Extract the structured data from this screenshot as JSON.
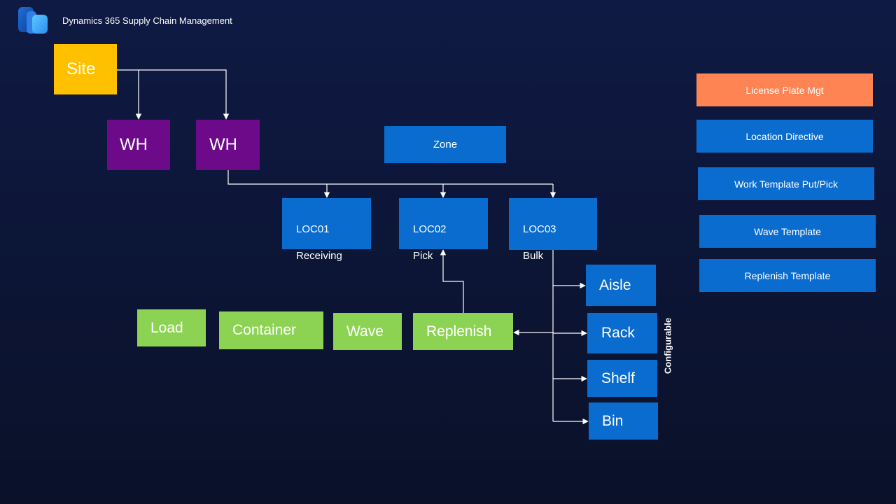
{
  "colors": {
    "blue": "#0a6ccf",
    "green": "#8dd353",
    "purple": "#6c0a8a",
    "site": "#ffc000",
    "orange": "#ff8454",
    "connector": "#ffffff"
  },
  "header": {
    "logo_icon": "dynamics-365-logo",
    "title": "Dynamics 365 Supply Chain Management"
  },
  "hierarchy": {
    "site": "Site",
    "warehouses": [
      "WH",
      "WH"
    ],
    "zone": "Zone",
    "locations": [
      {
        "code": "LOC01",
        "name": "Receiving"
      },
      {
        "code": "LOC02",
        "name": "Pick"
      },
      {
        "code": "LOC03",
        "name": "Bulk"
      }
    ],
    "configurable": {
      "label": "Configurable",
      "levels": [
        "Aisle",
        "Rack",
        "Shelf",
        "Bin"
      ]
    }
  },
  "processes": [
    "Load",
    "Container",
    "Wave",
    "Replenish"
  ],
  "side_panel": {
    "license_plate": "License Plate Mgt",
    "items": [
      "Location Directive",
      "Work Template Put/Pick",
      "Wave Template",
      "Replenish Template"
    ]
  }
}
